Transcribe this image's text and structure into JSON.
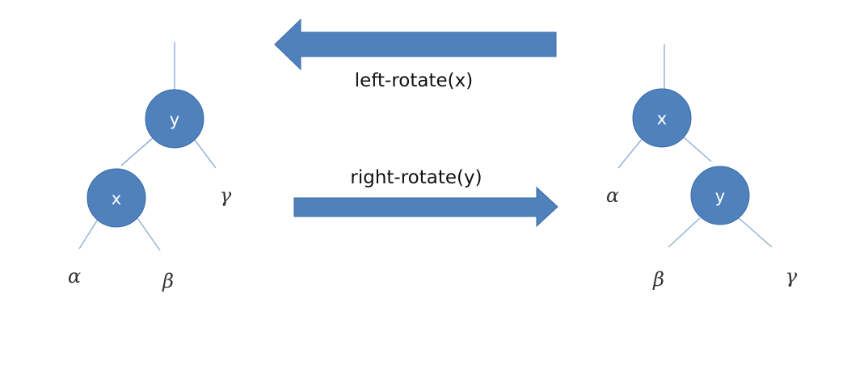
{
  "left_tree": {
    "root": "y",
    "child": "x",
    "leaves": [
      "α",
      "β",
      "γ"
    ]
  },
  "right_tree": {
    "root": "x",
    "child": "y",
    "leaves": [
      "α",
      "β",
      "γ"
    ]
  },
  "arrows": {
    "top_label": "left-rotate(x)",
    "bottom_label": "right-rotate(y)"
  },
  "colors": {
    "node": "#4f81bd",
    "node_stroke": "#3a6aa5",
    "edge": "#95b3d7"
  }
}
